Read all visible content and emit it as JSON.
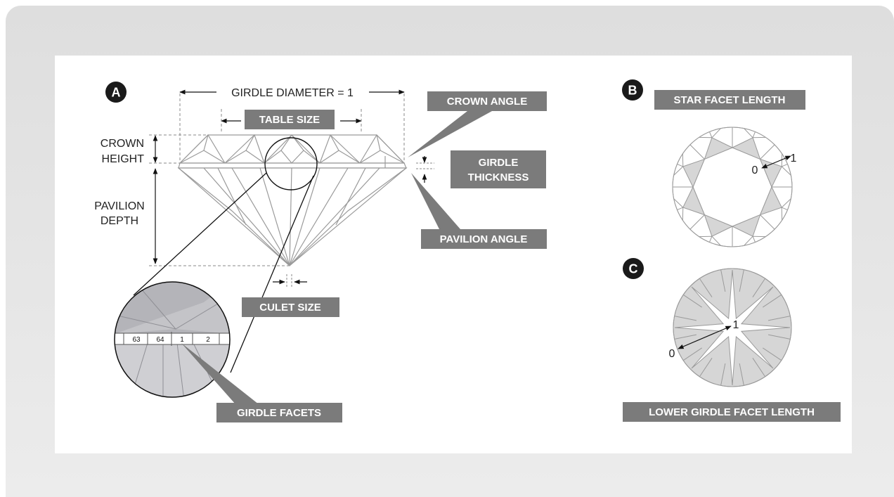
{
  "figure_a": {
    "badge": "A",
    "girdle_diameter": "GIRDLE DIAMETER = 1",
    "table_size": "TABLE SIZE",
    "crown_height": [
      "CROWN",
      "HEIGHT"
    ],
    "pavilion_depth": [
      "PAVILION",
      "DEPTH"
    ],
    "crown_angle": "CROWN ANGLE",
    "girdle_thickness": [
      "GIRDLE",
      "THICKNESS"
    ],
    "pavilion_angle": "PAVILION ANGLE",
    "culet_size": "CULET SIZE",
    "girdle_facets": "GIRDLE FACETS",
    "facet_numbers": [
      "63",
      "64",
      "1",
      "2"
    ]
  },
  "figure_b": {
    "badge": "B",
    "title": "STAR FACET LENGTH",
    "scale_start": "0",
    "scale_end": "1"
  },
  "figure_c": {
    "badge": "C",
    "title": "LOWER GIRDLE FACET LENGTH",
    "scale_start": "0",
    "scale_end": "1"
  },
  "colors": {
    "label_box": "#7b7b7b",
    "facet_fill": "#d6d6d6",
    "outline": "#9a9a9a",
    "frame": "#e2e2e2"
  }
}
